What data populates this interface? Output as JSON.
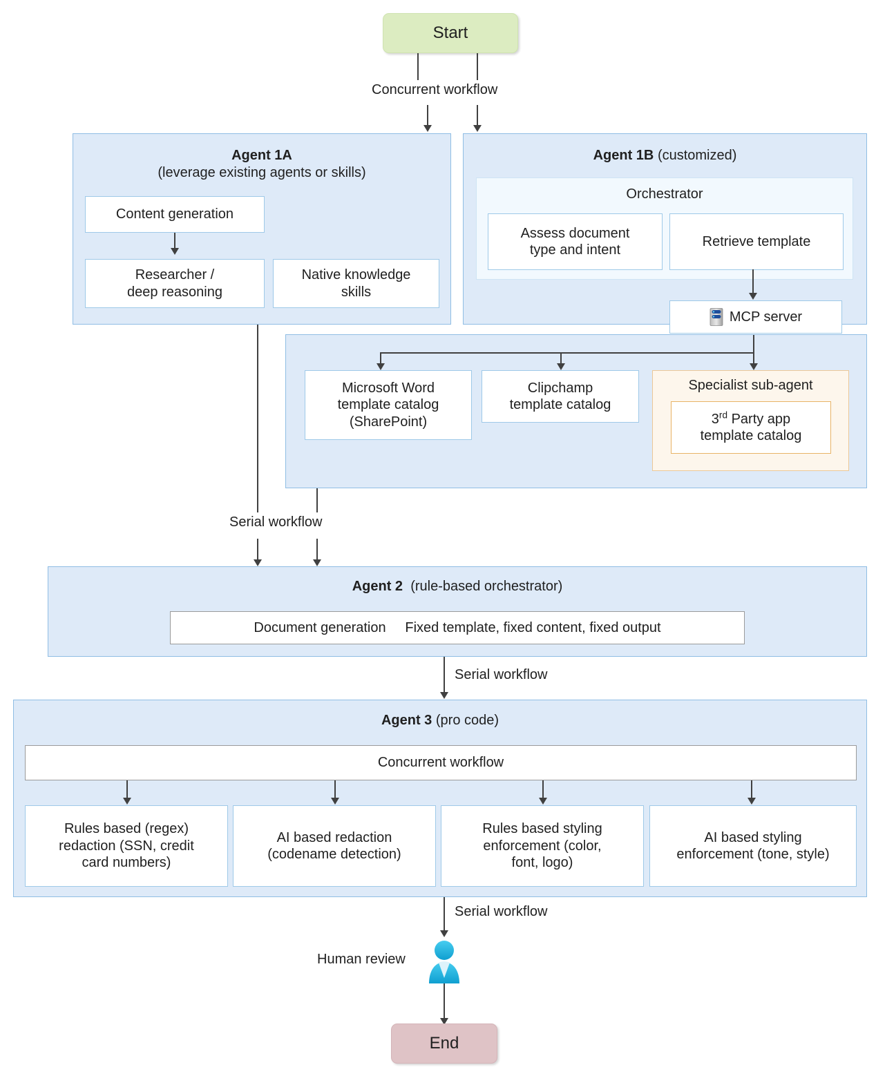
{
  "diagram": {
    "start_label": "Start",
    "end_label": "End",
    "flow_labels": {
      "concurrent_top": "Concurrent workflow",
      "serial_to_agent2": "Serial workflow",
      "serial_agent2_to_agent3": "Serial workflow",
      "serial_agent3_to_review": "Serial workflow",
      "human_review": "Human review"
    },
    "agent1a": {
      "title_bold": "Agent 1A",
      "subtitle": "(leverage existing agents or skills)",
      "boxes": [
        {
          "label": "Content generation"
        },
        {
          "label": "Researcher /\ndeep reasoning"
        },
        {
          "label": "Native knowledge\nskills"
        }
      ]
    },
    "agent1b": {
      "title_bold": "Agent 1B",
      "title_rest": "(customized)",
      "orchestrator_label": "Orchestrator",
      "orchestrator_boxes": [
        {
          "label": "Assess document\ntype and intent"
        },
        {
          "label": "Retrieve template"
        }
      ],
      "mcp_server": {
        "label": "MCP server",
        "icon": "server-icon"
      },
      "catalogs": [
        {
          "label": "Microsoft Word\ntemplate catalog\n(SharePoint)"
        },
        {
          "label": "Clipchamp\ntemplate catalog"
        }
      ],
      "specialist": {
        "label": "Specialist sub-agent",
        "inner_prefix": "3",
        "inner_sup": "rd",
        "inner_rest": " Party app\ntemplate catalog"
      }
    },
    "agent2": {
      "title_bold": "Agent 2",
      "title_rest": "(rule-based orchestrator)",
      "row": "Document generation     Fixed template, fixed content, fixed output"
    },
    "agent3": {
      "title_bold": "Agent 3",
      "title_rest": "(pro code)",
      "concurrent_label": "Concurrent workflow",
      "boxes": [
        {
          "label": "Rules based (regex)\nredaction (SSN, credit\ncard numbers)"
        },
        {
          "label": "AI based redaction\n(codename detection)"
        },
        {
          "label": "Rules based styling\nenforcement (color,\nfont, logo)"
        },
        {
          "label": "AI based styling\nenforcement (tone, style)"
        }
      ]
    },
    "colors": {
      "panel_fill": "#deeaf8",
      "panel_border": "#8fbde4",
      "start_fill": "#dcecc1",
      "end_fill": "#dfc3c6",
      "orchestrator_fill": "#f2f9fe",
      "subagent_fill": "#fdf6ec",
      "subagent_border": "#ecc897",
      "connector": "#404040",
      "person_icon": "#2ab4e0"
    }
  }
}
